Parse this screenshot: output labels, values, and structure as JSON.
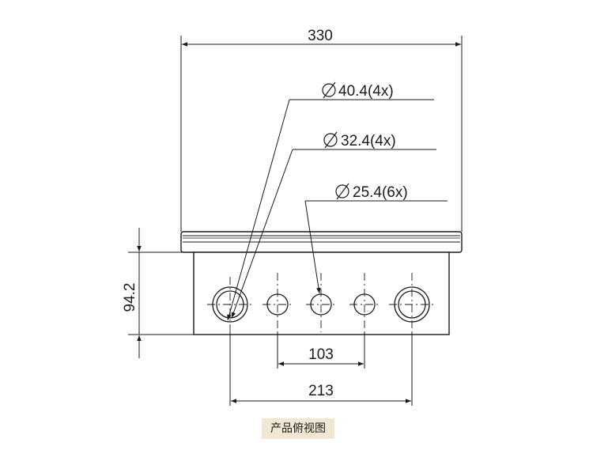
{
  "dimensions": {
    "width": "330",
    "height": "94.2",
    "spacing_small": "103",
    "spacing_large": "213"
  },
  "callouts": [
    {
      "symbol": "⌀",
      "text": "40.4(4x)"
    },
    {
      "symbol": "⌀",
      "text": "32.4(4x)"
    },
    {
      "symbol": "⌀",
      "text": "25.4(6x)"
    }
  ],
  "caption": "产品俯视图",
  "colors": {
    "line": "#1a1a1a",
    "caption_bg": "#f1e7d3"
  }
}
